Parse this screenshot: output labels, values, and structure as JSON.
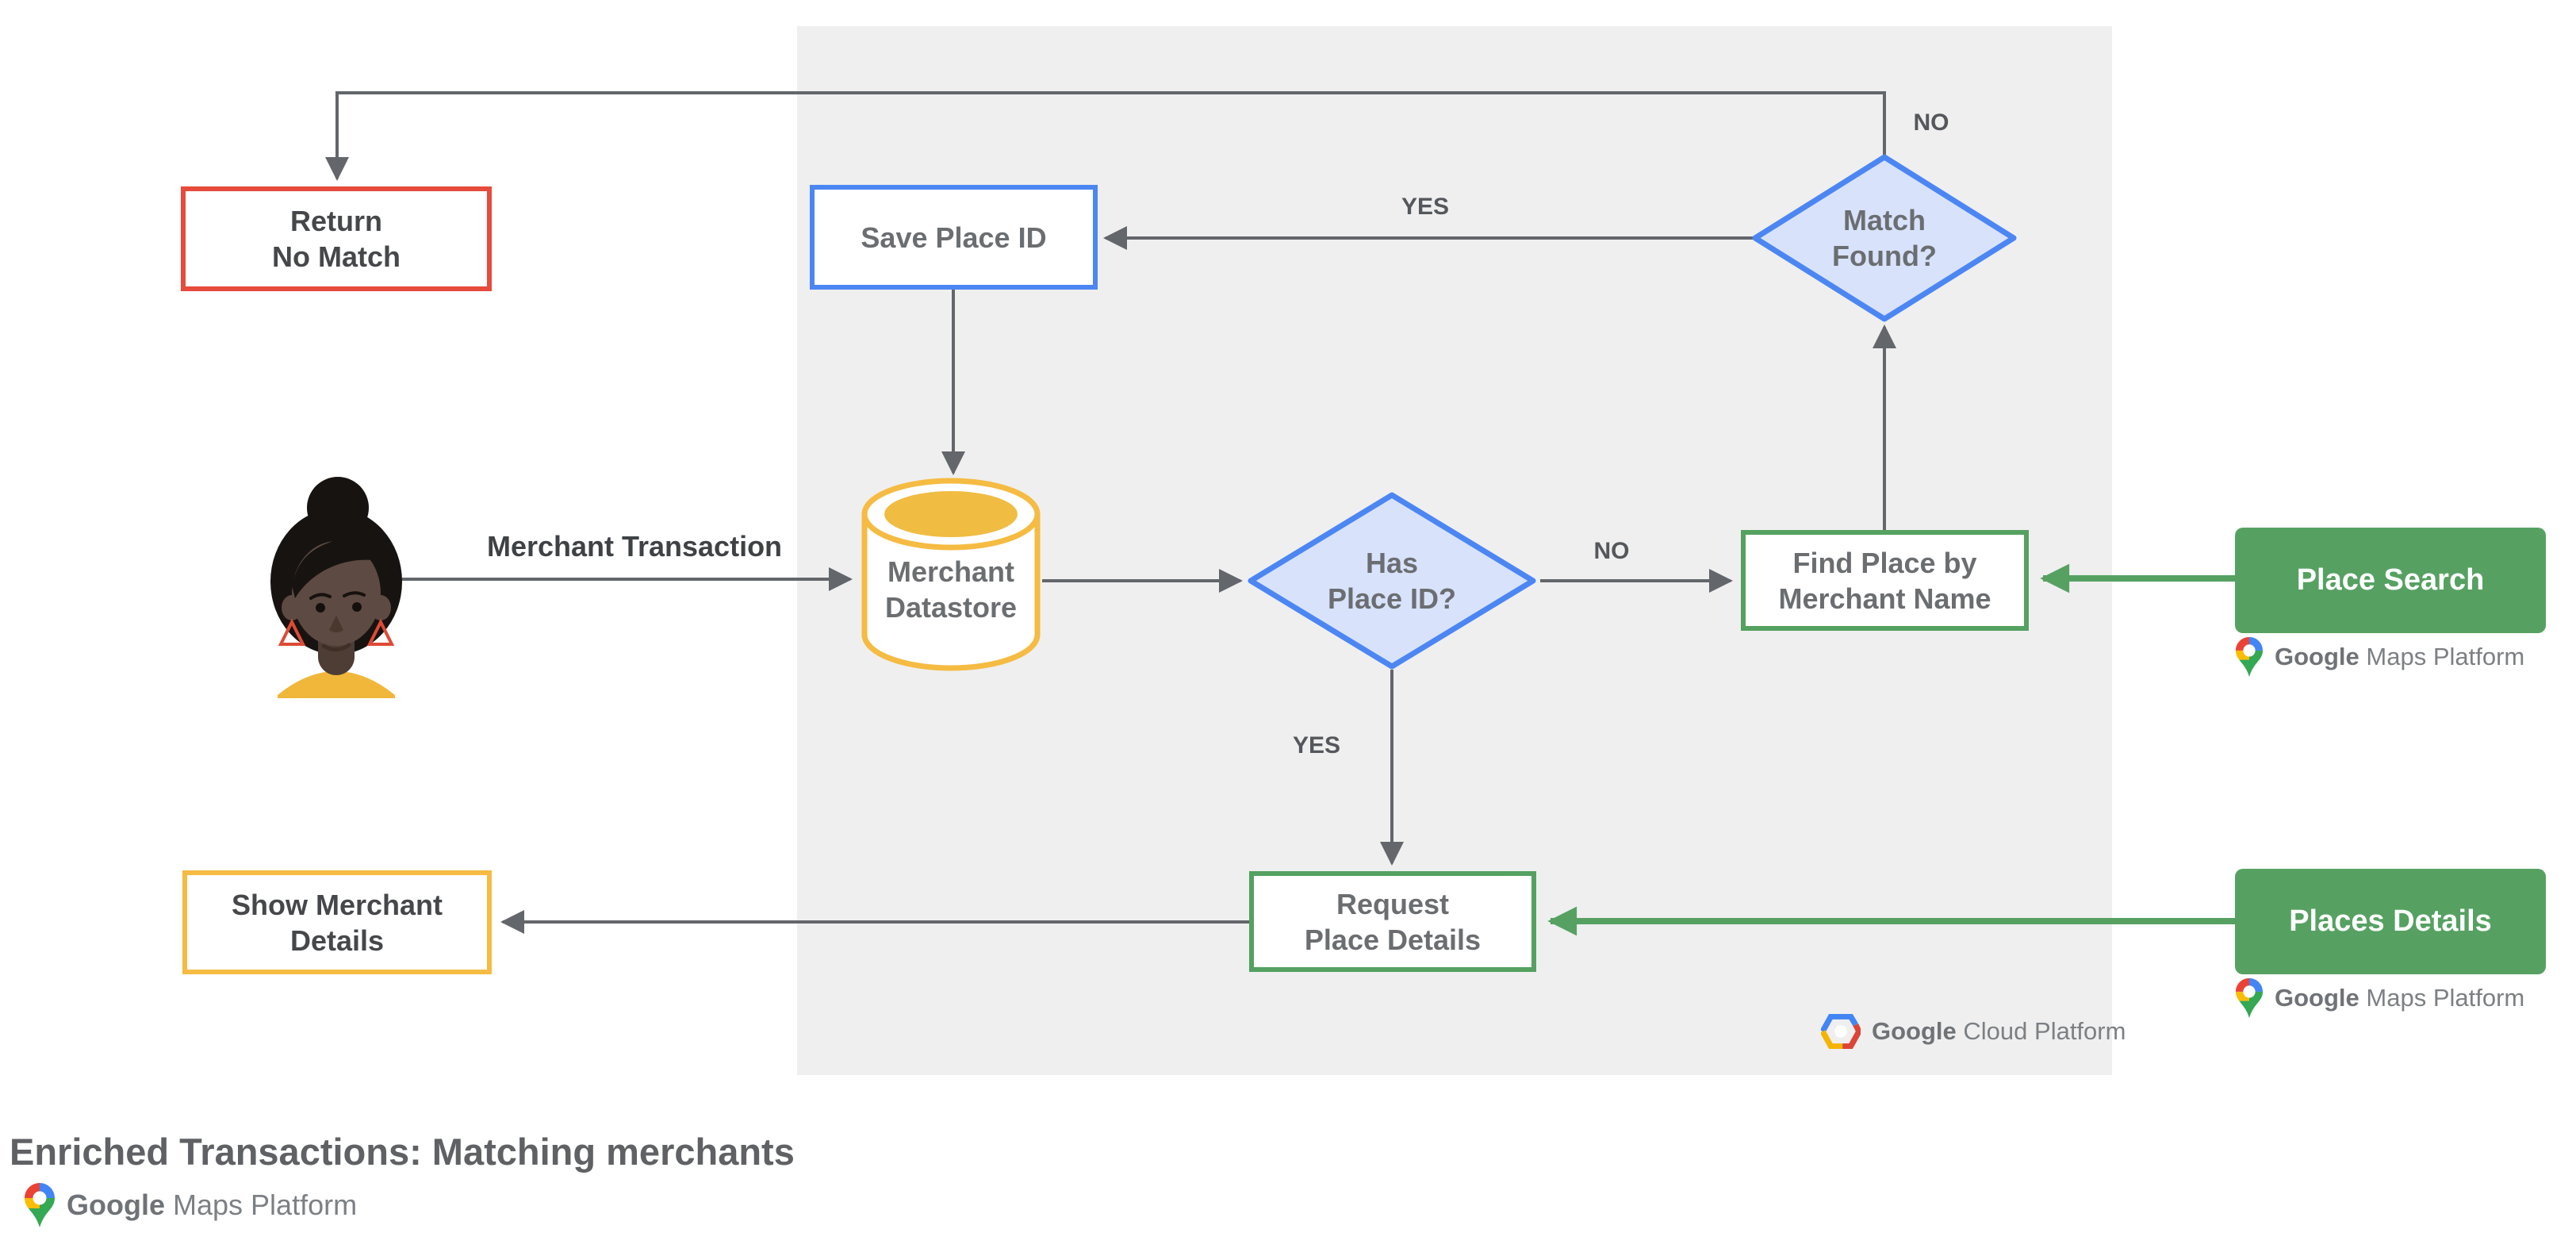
{
  "title": "Enriched Transactions: Matching merchants",
  "brand": {
    "google": "Google",
    "maps_platform": "Maps Platform",
    "cloud_platform": "Cloud Platform"
  },
  "nodes": {
    "return_no_match": {
      "label": "Return\nNo Match",
      "border_color": "#E64B3C"
    },
    "save_place_id": {
      "label": "Save Place ID",
      "border_color": "#4C86F3"
    },
    "merchant_datastore": {
      "label": "Merchant\nDatastore",
      "accent_color": "#F5BB42"
    },
    "has_place_id": {
      "label": "Has\nPlace ID?",
      "fill_color": "#D8E2FB",
      "border_color": "#4C86F3"
    },
    "match_found": {
      "label": "Match\nFound?",
      "fill_color": "#D8E2FB",
      "border_color": "#4C86F3"
    },
    "find_place_by_merchant_name": {
      "label": "Find Place by\nMerchant Name",
      "border_color": "#54A160"
    },
    "request_place_details": {
      "label": "Request\nPlace Details",
      "border_color": "#54A160"
    },
    "show_merchant_details": {
      "label": "Show Merchant\nDetails",
      "border_color": "#F5BB42"
    },
    "place_search": {
      "label": "Place Search",
      "fill_color": "#56A162"
    },
    "places_details": {
      "label": "Places Details",
      "fill_color": "#56A162"
    }
  },
  "edge_labels": {
    "merchant_transaction": "Merchant Transaction",
    "match_found_yes": "YES",
    "match_found_no": "NO",
    "has_place_id_no": "NO",
    "has_place_id_yes": "YES"
  },
  "colors": {
    "arrow_gray": "#63666A",
    "api_green": "#56A162",
    "panel_gray": "#EFEFEF",
    "google_red": "#EA4335",
    "google_blue": "#4285F4",
    "google_yellow": "#FBBC04",
    "google_green": "#34A853"
  }
}
